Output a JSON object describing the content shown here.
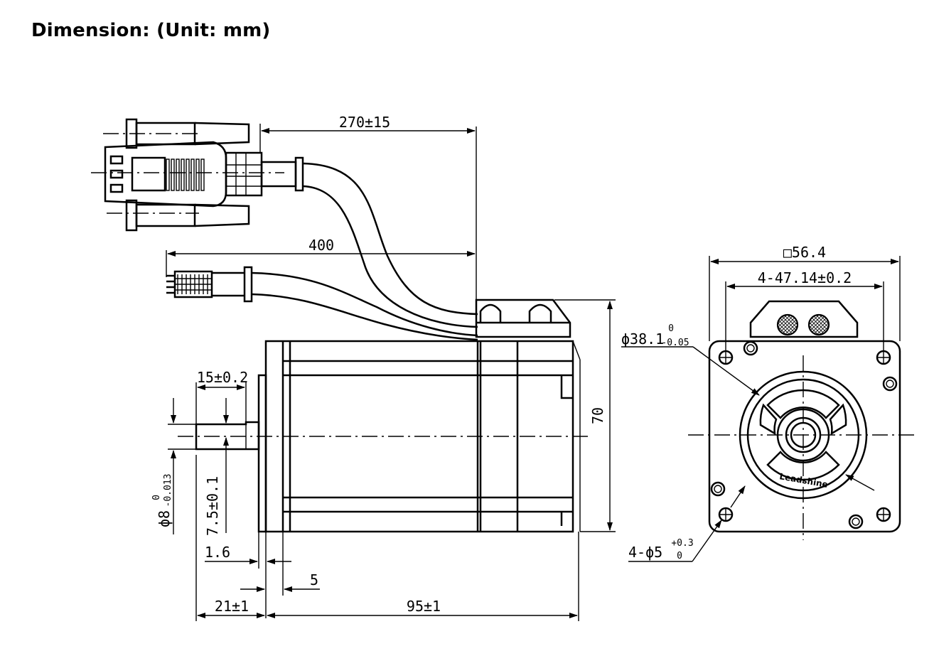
{
  "title": "Dimension: (Unit: mm)",
  "dimensions": {
    "cable_encoder": "270±15",
    "cable_power": "400",
    "key_length": "15±0.2",
    "shaft_diameter": "ϕ8",
    "shaft_diameter_upper": "0",
    "shaft_diameter_lower": "-0.013",
    "key_height": "7.5±0.1",
    "flange_thickness": "1.6",
    "boss_length": "5",
    "shaft_length": "21±1",
    "body_length": "95±1",
    "body_height": "70",
    "flange_square": "□56.4",
    "hole_pitch": "4-47.14±0.2",
    "pilot_diameter": "ϕ38.1",
    "pilot_upper": "0",
    "pilot_lower": "-0.05",
    "mount_holes": "4-ϕ5",
    "mount_upper": "+0.3",
    "mount_lower": "0"
  },
  "brand_logo_text": "Leadshine"
}
